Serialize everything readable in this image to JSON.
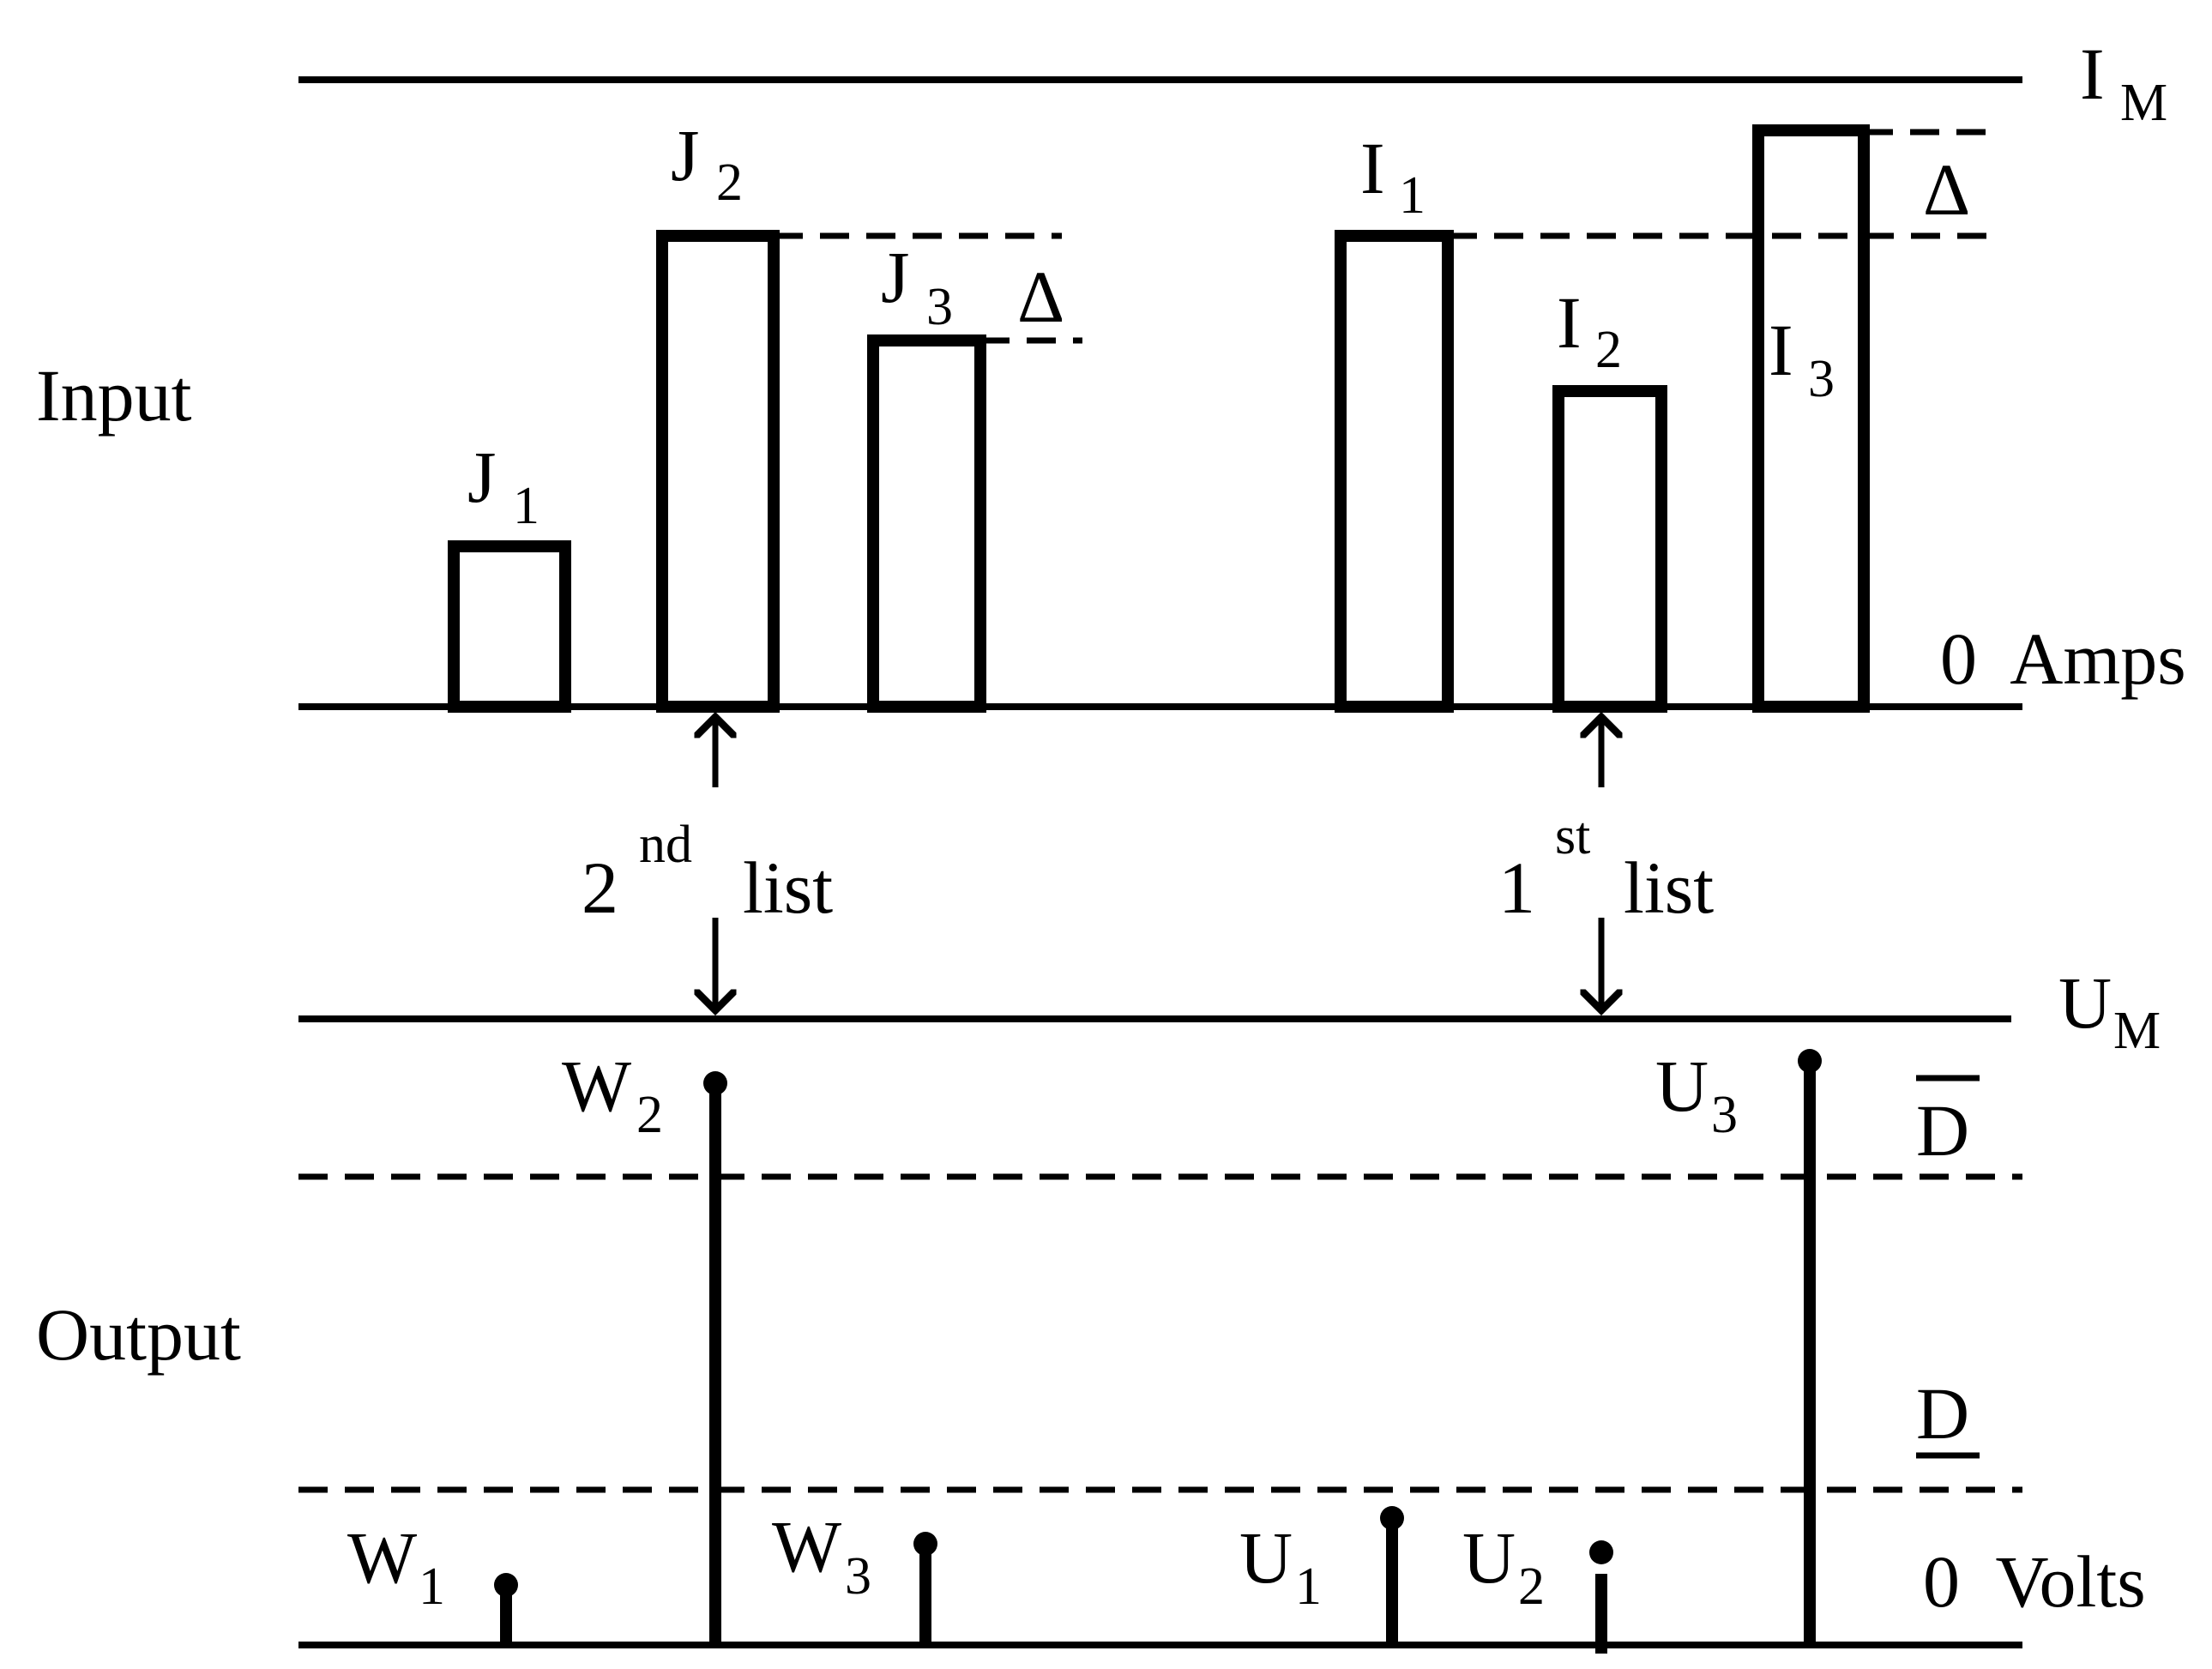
{
  "labels": {
    "input": "Input",
    "output": "Output",
    "amps": "0  Amps",
    "volts": "0  Volts",
    "i_max_main": "I",
    "i_max_sub": "M",
    "u_max_main": "U",
    "u_max_sub": "M",
    "delta_left": "Δ",
    "delta_right": "Δ",
    "d_bar": "D",
    "d_under": "D",
    "list2_num": "2",
    "list2_sup": "nd",
    "list2_word": "list",
    "list1_num": "1",
    "list1_sup": "st",
    "list1_word": "list"
  },
  "input_bars": [
    {
      "main": "J",
      "sub": "1"
    },
    {
      "main": "J",
      "sub": "2"
    },
    {
      "main": "J",
      "sub": "3"
    },
    {
      "main": "I",
      "sub": "1"
    },
    {
      "main": "I",
      "sub": "2"
    },
    {
      "main": "I",
      "sub": "3"
    }
  ],
  "output_stems": [
    {
      "main": "W",
      "sub": "1"
    },
    {
      "main": "W",
      "sub": "2"
    },
    {
      "main": "W",
      "sub": "3"
    },
    {
      "main": "U",
      "sub": "1"
    },
    {
      "main": "U",
      "sub": "2"
    },
    {
      "main": "U",
      "sub": "3"
    }
  ]
}
